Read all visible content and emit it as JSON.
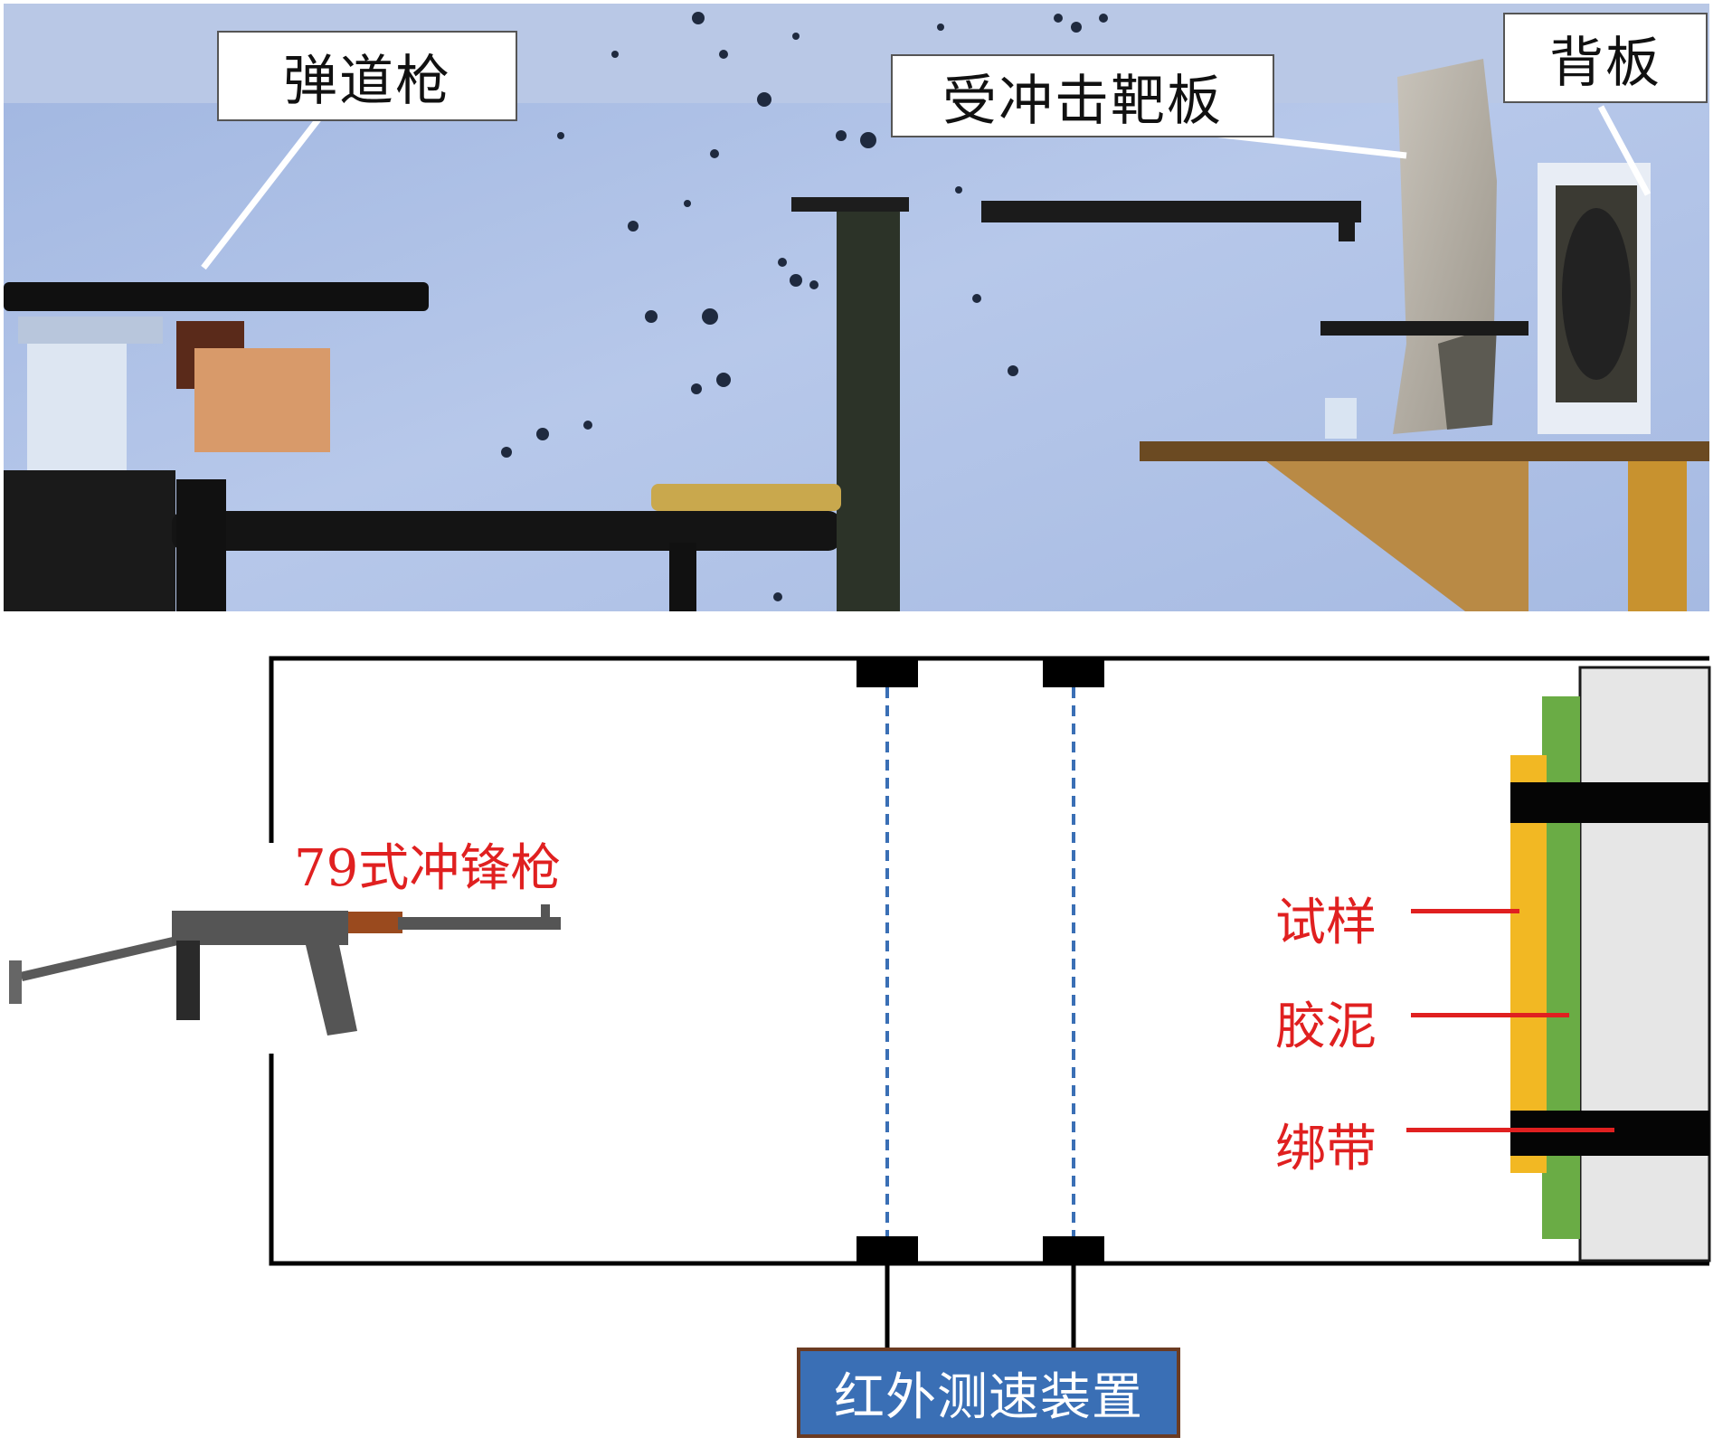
{
  "photo": {
    "labels": {
      "ballistic_gun": "弹道枪",
      "impact_target_plate": "受冲击靶板",
      "back_plate": "背板"
    }
  },
  "schematic": {
    "weapon_label": "79式冲锋枪",
    "sample_label": "试样",
    "putty_label": "胶泥",
    "strap_label": "绑带",
    "velocity_device_label": "红外测速装置"
  },
  "colors": {
    "wall": "#a9bde3",
    "label_red": "#e02020",
    "sample_yellow": "#f2b823",
    "putty_green": "#6aac45",
    "backplate_grey": "#e6e6e6",
    "laser_blue": "#3a6fb5",
    "device_fill": "#3a6fb5",
    "device_border": "#6b3b22",
    "gun_wood": "#9a4a1e"
  }
}
